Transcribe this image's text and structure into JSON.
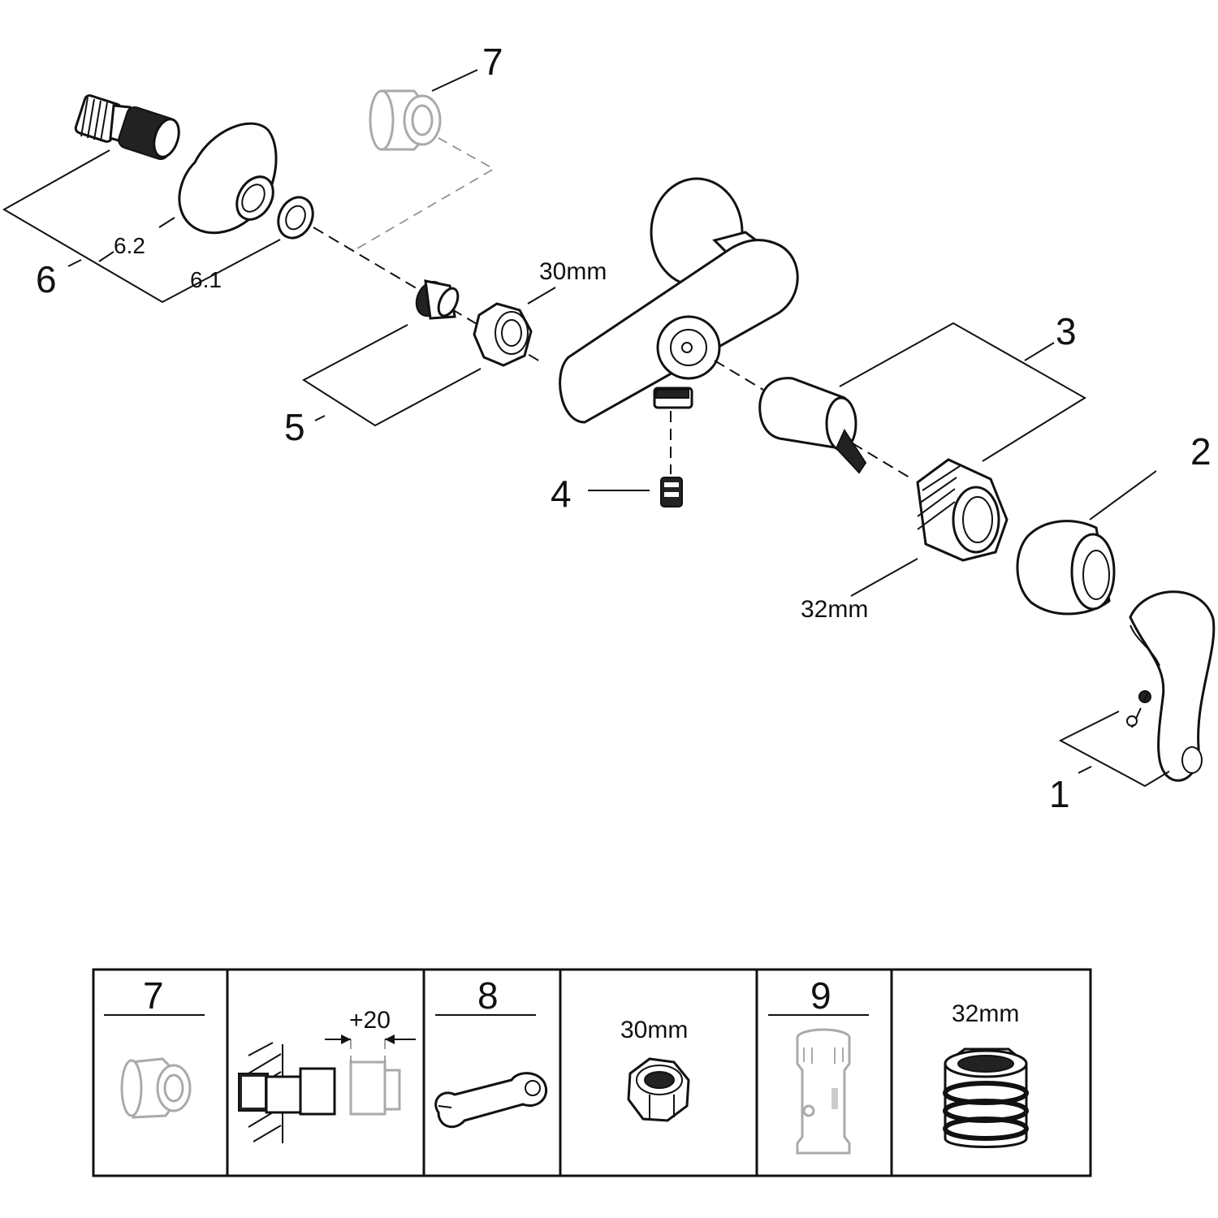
{
  "diagram": {
    "labels": {
      "p1": "1",
      "p2": "2",
      "p3": "3",
      "p4": "4",
      "p5": "5",
      "p6": "6",
      "p6_1": "6.1",
      "p6_2": "6.2",
      "p7": "7",
      "nut_30": "30mm",
      "nut_32": "32mm"
    }
  },
  "accessories": {
    "cells": [
      {
        "label": "7",
        "icon": "extension-icon"
      },
      {
        "label": "+20",
        "icon": "extension-install-icon"
      },
      {
        "label": "8",
        "icon": "wrench-icon"
      },
      {
        "label": "30mm",
        "icon": "hex-nut-icon"
      },
      {
        "label": "9",
        "icon": "cartridge-extension-icon"
      },
      {
        "label": "32mm",
        "icon": "threaded-sleeve-icon"
      }
    ]
  }
}
